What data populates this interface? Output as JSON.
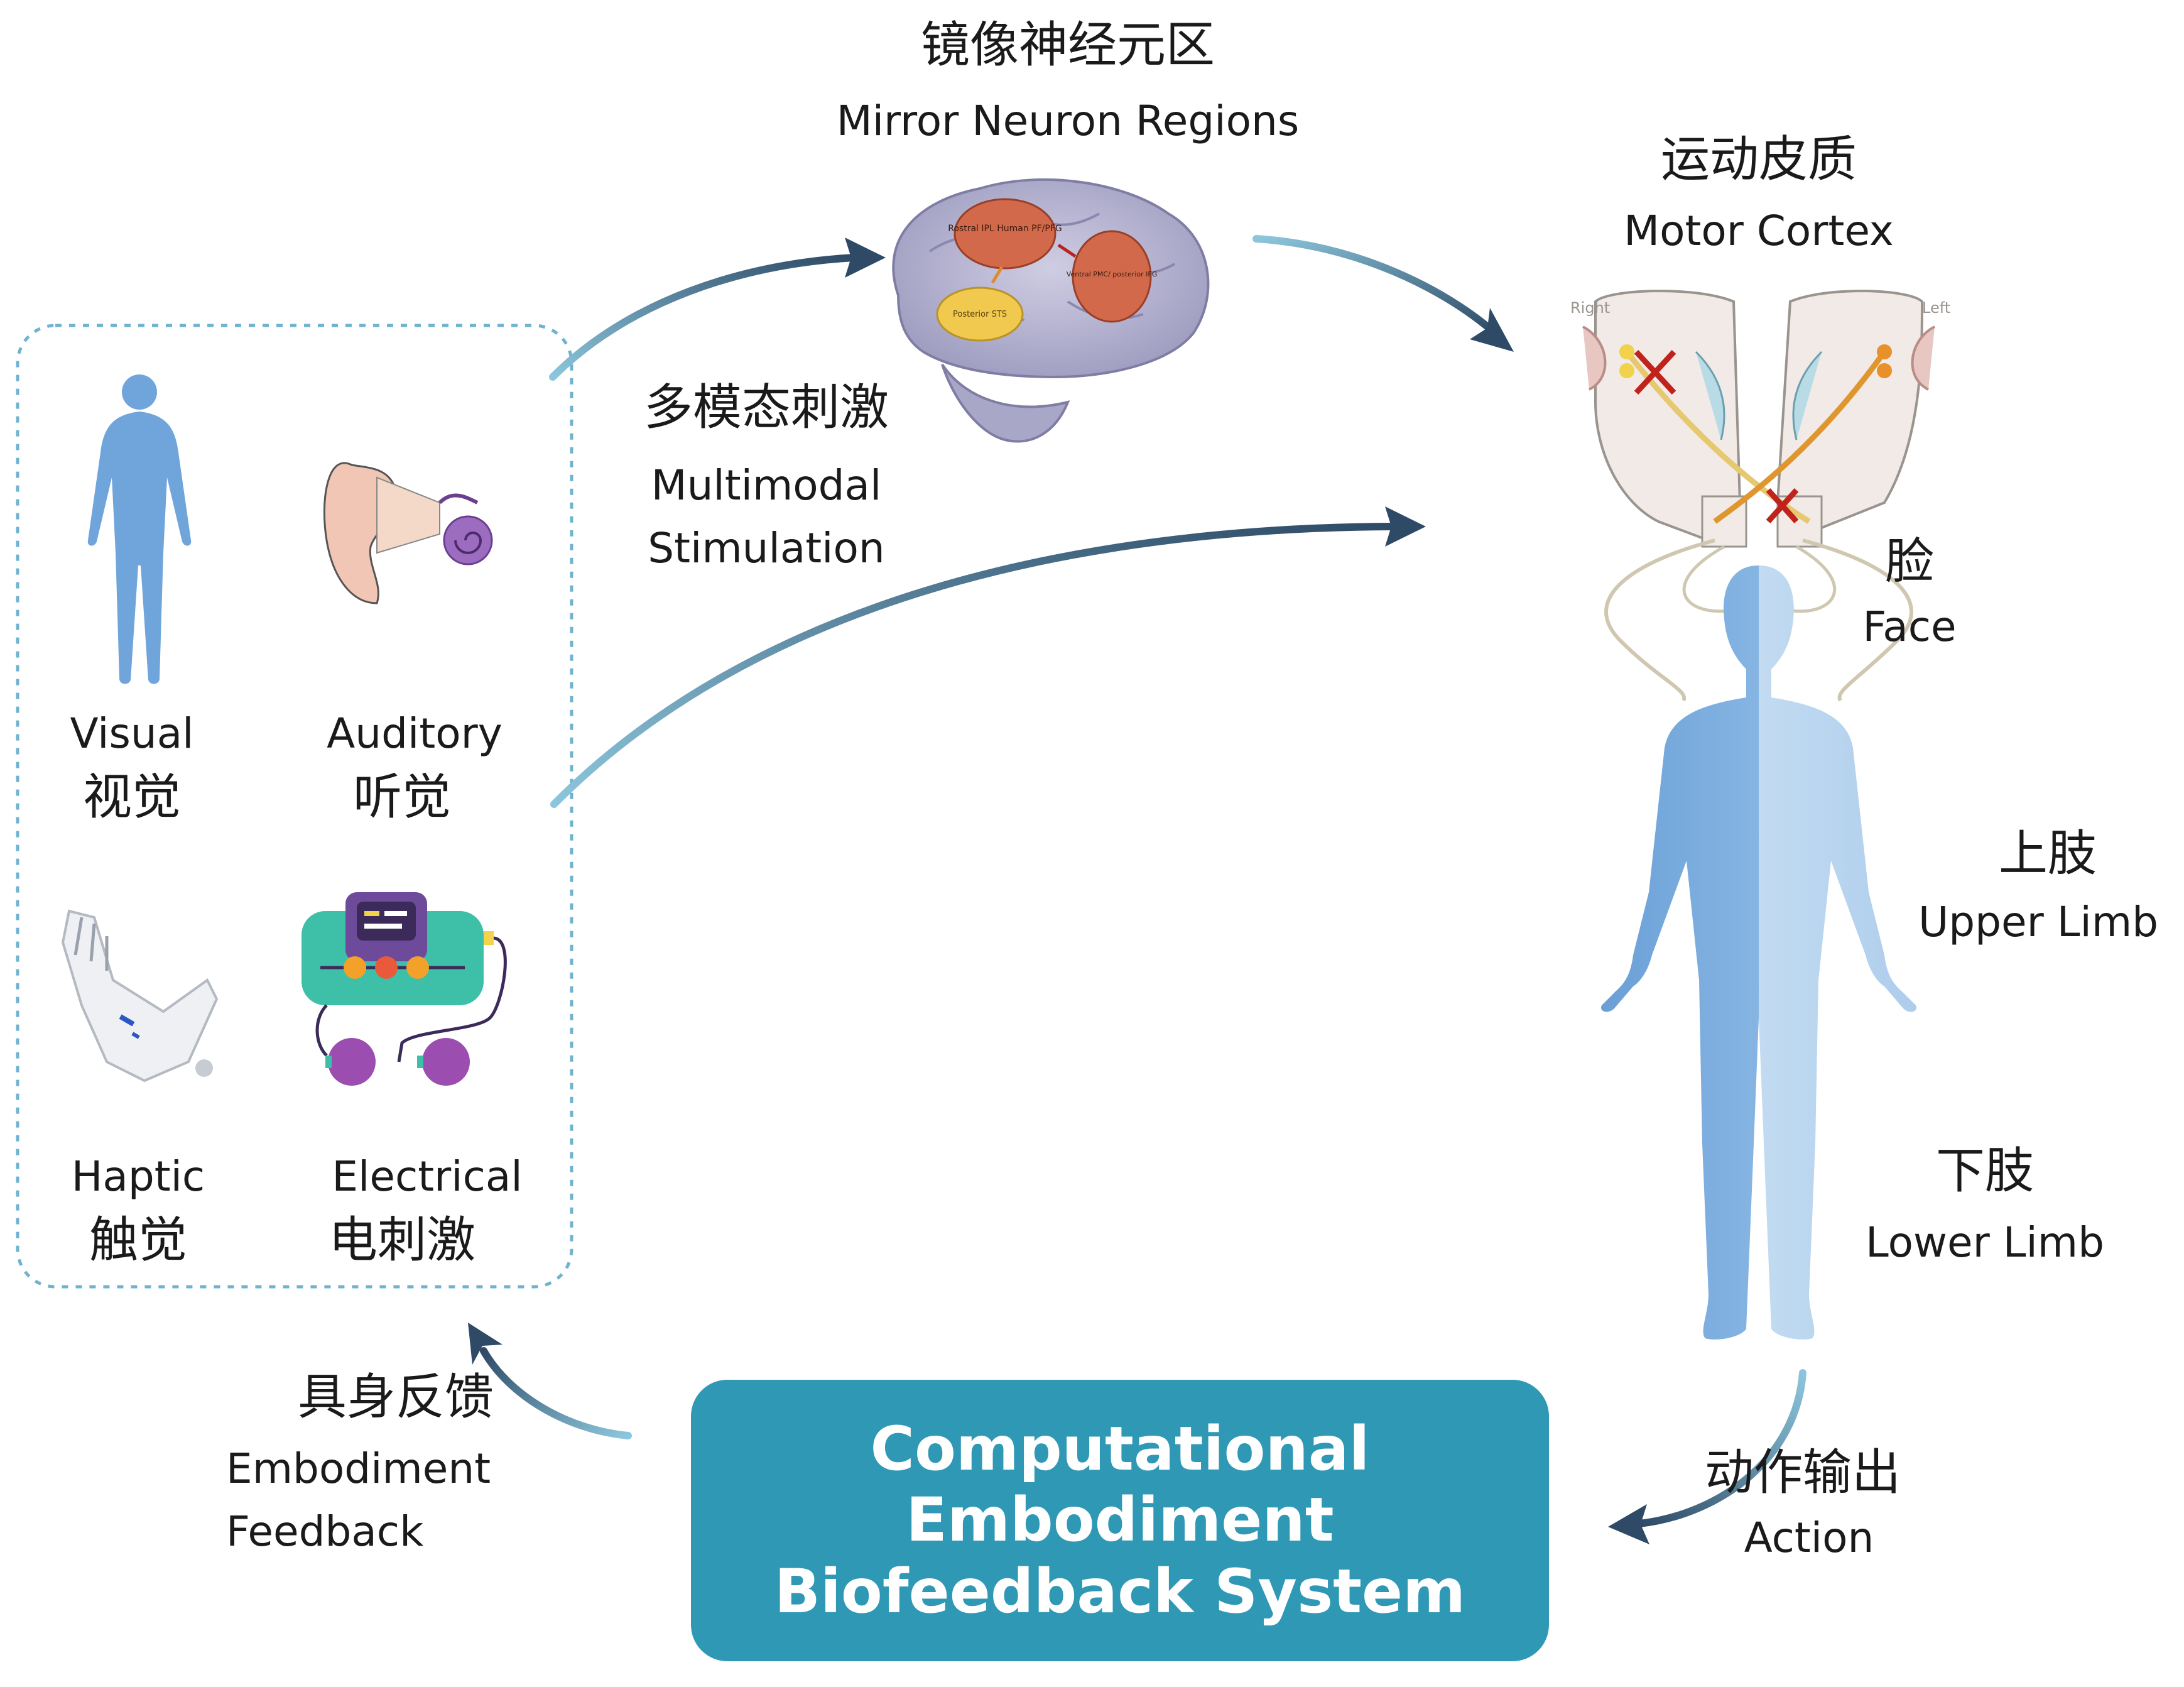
{
  "mirror_neuron": {
    "zh": "镜像神经元区",
    "en": "Mirror Neuron Regions"
  },
  "motor_cortex": {
    "zh": "运动皮质",
    "en": "Motor Cortex"
  },
  "multimodal": {
    "zh": "多模态刺激",
    "en_line1": "Multimodal",
    "en_line2": "Stimulation"
  },
  "modalities": {
    "visual": {
      "en": "Visual",
      "zh": "视觉"
    },
    "auditory": {
      "en": "Auditory",
      "zh": "听觉"
    },
    "haptic": {
      "en": "Haptic",
      "zh": "触觉"
    },
    "electrical": {
      "en": "Electrical",
      "zh": "电刺激"
    }
  },
  "body_parts": {
    "face": {
      "zh": "脸",
      "en": "Face"
    },
    "upper_limb": {
      "zh": "上肢",
      "en": "Upper Limb"
    },
    "lower_limb": {
      "zh": "下肢",
      "en": "Lower Limb"
    }
  },
  "action": {
    "zh": "动作输出",
    "en": "Action"
  },
  "feedback": {
    "zh": "具身反馈",
    "en_line1": "Embodiment",
    "en_line2": "Feedback"
  },
  "system": {
    "title": "Computational Embodiment Biofeedback System"
  },
  "brain_regions": {
    "rostral_ipl": "Rostral IPL Human PF/PFG",
    "ventral_pmc": "Ventral PMC/ posterior IFG",
    "posterior_sts": "Posterior STS"
  },
  "cortex_sides": {
    "right": "Right",
    "left": "Left"
  },
  "colors": {
    "arrow_dark": "#2e4a66",
    "arrow_light": "#6fb3cf",
    "box_fill": "#2f98b5",
    "body_dark": "#6fa5db",
    "body_light": "#bcd6ee",
    "dashed_border": "#6fb3cf"
  }
}
